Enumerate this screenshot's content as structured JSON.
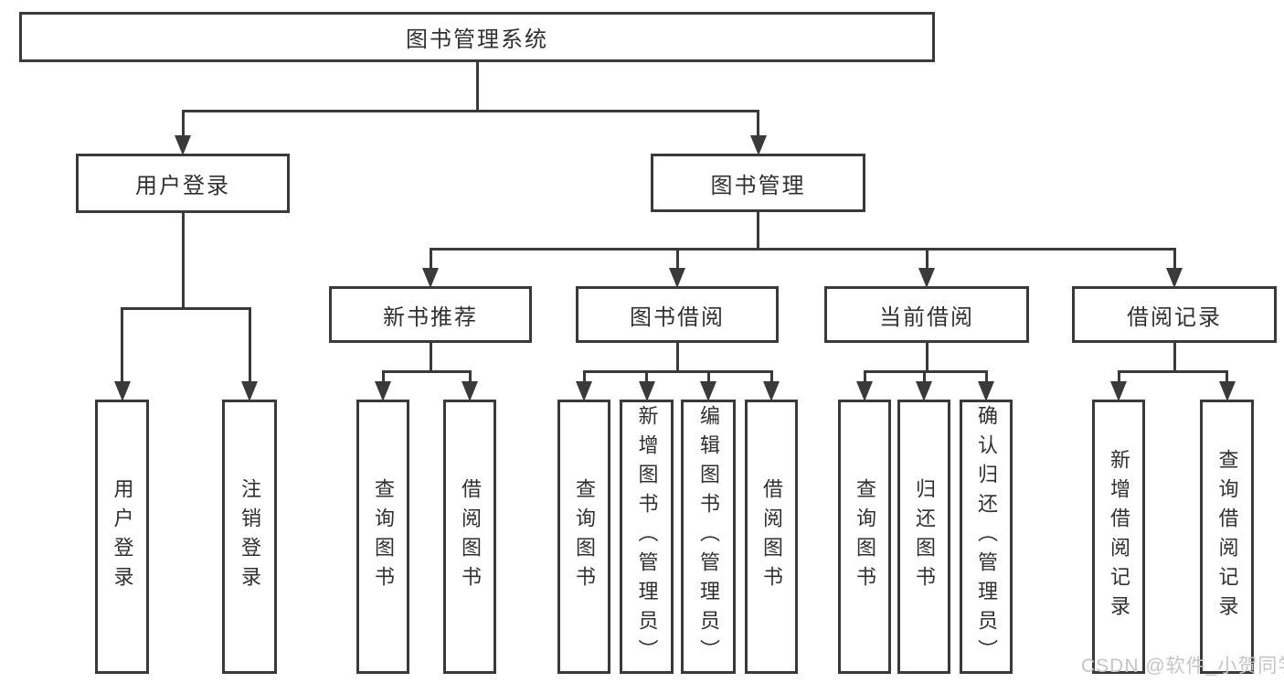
{
  "diagram": {
    "type": "tree",
    "title": "图书管理系统",
    "nodes": [
      {
        "id": "root",
        "label": "图书管理系统",
        "vertical": false,
        "children": [
          "user-login",
          "book-mgmt"
        ]
      },
      {
        "id": "user-login",
        "label": "用户登录",
        "vertical": false,
        "children": [
          "leaf-user-login",
          "leaf-logout"
        ]
      },
      {
        "id": "book-mgmt",
        "label": "图书管理",
        "vertical": false,
        "children": [
          "new-book",
          "book-borrow",
          "current-borrow",
          "borrow-record"
        ]
      },
      {
        "id": "new-book",
        "label": "新书推荐",
        "vertical": false,
        "children": [
          "leaf-nb-query",
          "leaf-nb-borrow"
        ]
      },
      {
        "id": "book-borrow",
        "label": "图书借阅",
        "vertical": false,
        "children": [
          "leaf-bb-query",
          "leaf-bb-add",
          "leaf-bb-edit",
          "leaf-bb-borrow"
        ]
      },
      {
        "id": "current-borrow",
        "label": "当前借阅",
        "vertical": false,
        "children": [
          "leaf-cb-query",
          "leaf-cb-return",
          "leaf-cb-confirm"
        ]
      },
      {
        "id": "borrow-record",
        "label": "借阅记录",
        "vertical": false,
        "children": [
          "leaf-br-add",
          "leaf-br-query"
        ]
      },
      {
        "id": "leaf-user-login",
        "label": "用户登录",
        "vertical": true,
        "children": []
      },
      {
        "id": "leaf-logout",
        "label": "注销登录",
        "vertical": true,
        "children": []
      },
      {
        "id": "leaf-nb-query",
        "label": "查询图书",
        "vertical": true,
        "children": []
      },
      {
        "id": "leaf-nb-borrow",
        "label": "借阅图书",
        "vertical": true,
        "children": []
      },
      {
        "id": "leaf-bb-query",
        "label": "查询图书",
        "vertical": true,
        "children": []
      },
      {
        "id": "leaf-bb-add",
        "label": "新增图书（管理员）",
        "vertical": true,
        "children": []
      },
      {
        "id": "leaf-bb-edit",
        "label": "编辑图书（管理员）",
        "vertical": true,
        "children": []
      },
      {
        "id": "leaf-bb-borrow",
        "label": "借阅图书",
        "vertical": true,
        "children": []
      },
      {
        "id": "leaf-cb-query",
        "label": "查询图书",
        "vertical": true,
        "children": []
      },
      {
        "id": "leaf-cb-return",
        "label": "归还图书",
        "vertical": true,
        "children": []
      },
      {
        "id": "leaf-cb-confirm",
        "label": "确认归还（管理员）",
        "vertical": true,
        "children": []
      },
      {
        "id": "leaf-br-add",
        "label": "新增借阅记录",
        "vertical": true,
        "children": []
      },
      {
        "id": "leaf-br-query",
        "label": "查询借阅记录",
        "vertical": true,
        "children": []
      }
    ]
  },
  "watermark": {
    "text": "CSDN @软件_小贺同学"
  },
  "colors": {
    "line": "#3a3a3a",
    "text": "#303030",
    "box_background": "#ffffff",
    "watermark": "#c5c5c5"
  }
}
